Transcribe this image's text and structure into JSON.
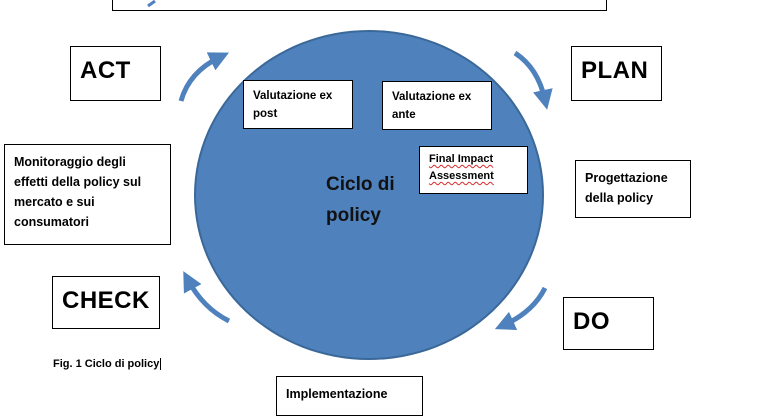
{
  "diagram": {
    "act": "ACT",
    "plan": "PLAN",
    "do": "DO",
    "check": "CHECK",
    "center": {
      "line1": "Ciclo di",
      "line2": "policy"
    },
    "act_desc": [
      "Monitoraggio degli",
      "effetti della policy sul",
      "mercato e sui",
      "consumatori"
    ],
    "plan_desc": [
      "Progettazione",
      "della policy"
    ],
    "do_desc": "Implementazione",
    "ex_post": [
      "Valutazione ex",
      "post"
    ],
    "ex_ante": [
      "Valutazione ex",
      "ante"
    ],
    "final_ia": [
      "Final Impact",
      "Assessment"
    ],
    "caption": "Fig. 1 Ciclo di policy",
    "colors": {
      "circle": "#4f81bd",
      "arrow": "#4f81bd"
    }
  }
}
